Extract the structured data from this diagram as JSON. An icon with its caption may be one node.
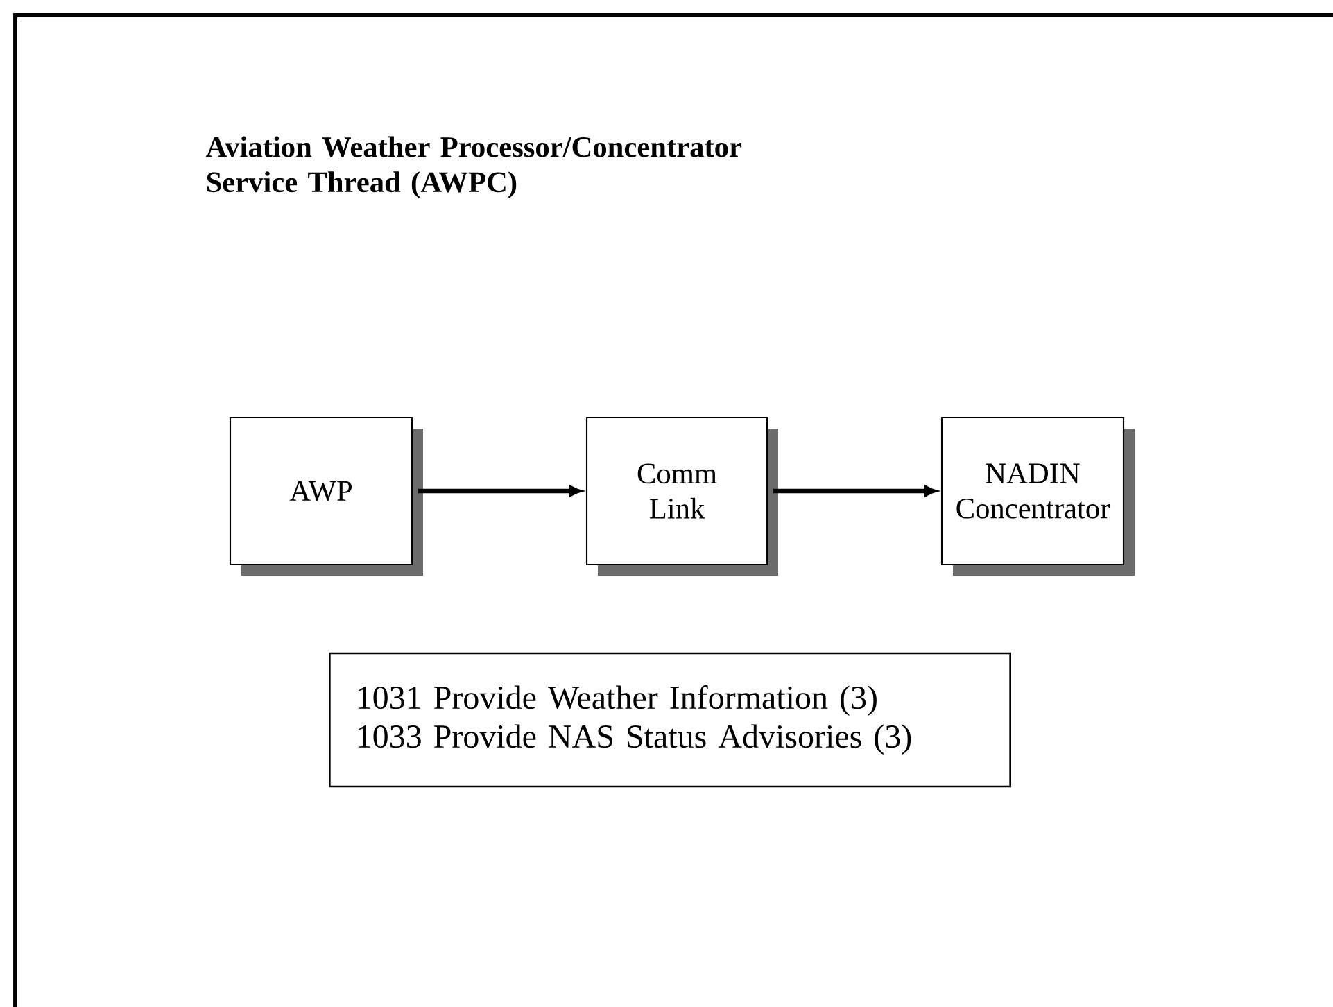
{
  "diagram": {
    "title": "Aviation Weather Processor/Concentrator Service Thread (AWPC)",
    "nodes": [
      {
        "text": [
          "AWP"
        ]
      },
      {
        "text": [
          "Comm Link"
        ]
      },
      {
        "text": [
          "NADIN Concentrator"
        ]
      },
      {
        "text": [
          "1031 Provide Weather Information (3)",
          "1033 Provide NAS Status Advisories (3)"
        ]
      }
    ],
    "edges": [
      {
        "from": 0,
        "to": 1,
        "arrow": "to"
      },
      {
        "from": 1,
        "to": 2,
        "arrow": "to"
      }
    ]
  }
}
